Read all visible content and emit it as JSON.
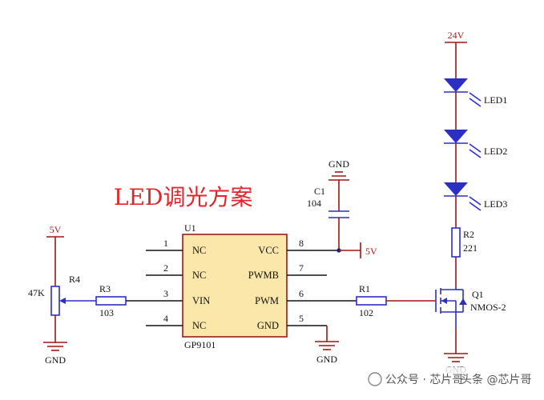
{
  "title": "LED调光方案",
  "ic": {
    "ref": "U1",
    "part": "GP9101",
    "pins": [
      {
        "num": "1",
        "name": "NC"
      },
      {
        "num": "2",
        "name": "NC"
      },
      {
        "num": "3",
        "name": "VIN"
      },
      {
        "num": "4",
        "name": "NC"
      },
      {
        "num": "8",
        "name": "VCC"
      },
      {
        "num": "7",
        "name": "PWMB"
      },
      {
        "num": "6",
        "name": "PWM"
      },
      {
        "num": "5",
        "name": "GND"
      }
    ]
  },
  "components": {
    "r1": {
      "ref": "R1",
      "value": "102"
    },
    "r2": {
      "ref": "R2",
      "value": "221"
    },
    "r3": {
      "ref": "R3",
      "value": "103"
    },
    "r4": {
      "ref": "R4",
      "value": "47K"
    },
    "c1": {
      "ref": "C1",
      "value": "104"
    },
    "q1": {
      "ref": "Q1",
      "value": "NMOS-2"
    },
    "led1": {
      "ref": "LED1"
    },
    "led2": {
      "ref": "LED2"
    },
    "led3": {
      "ref": "LED3"
    }
  },
  "power": {
    "v24": "24V",
    "v5_left": "5V",
    "v5_right": "5V",
    "gnd": "GND"
  },
  "watermark": {
    "left": "公众号 · 芯片哥",
    "right": "头条 @芯片哥"
  },
  "colors": {
    "wire": "#a01515",
    "component": "#2b2fc4",
    "ic_fill": "#fbe7a9",
    "title": "#e0262a"
  }
}
